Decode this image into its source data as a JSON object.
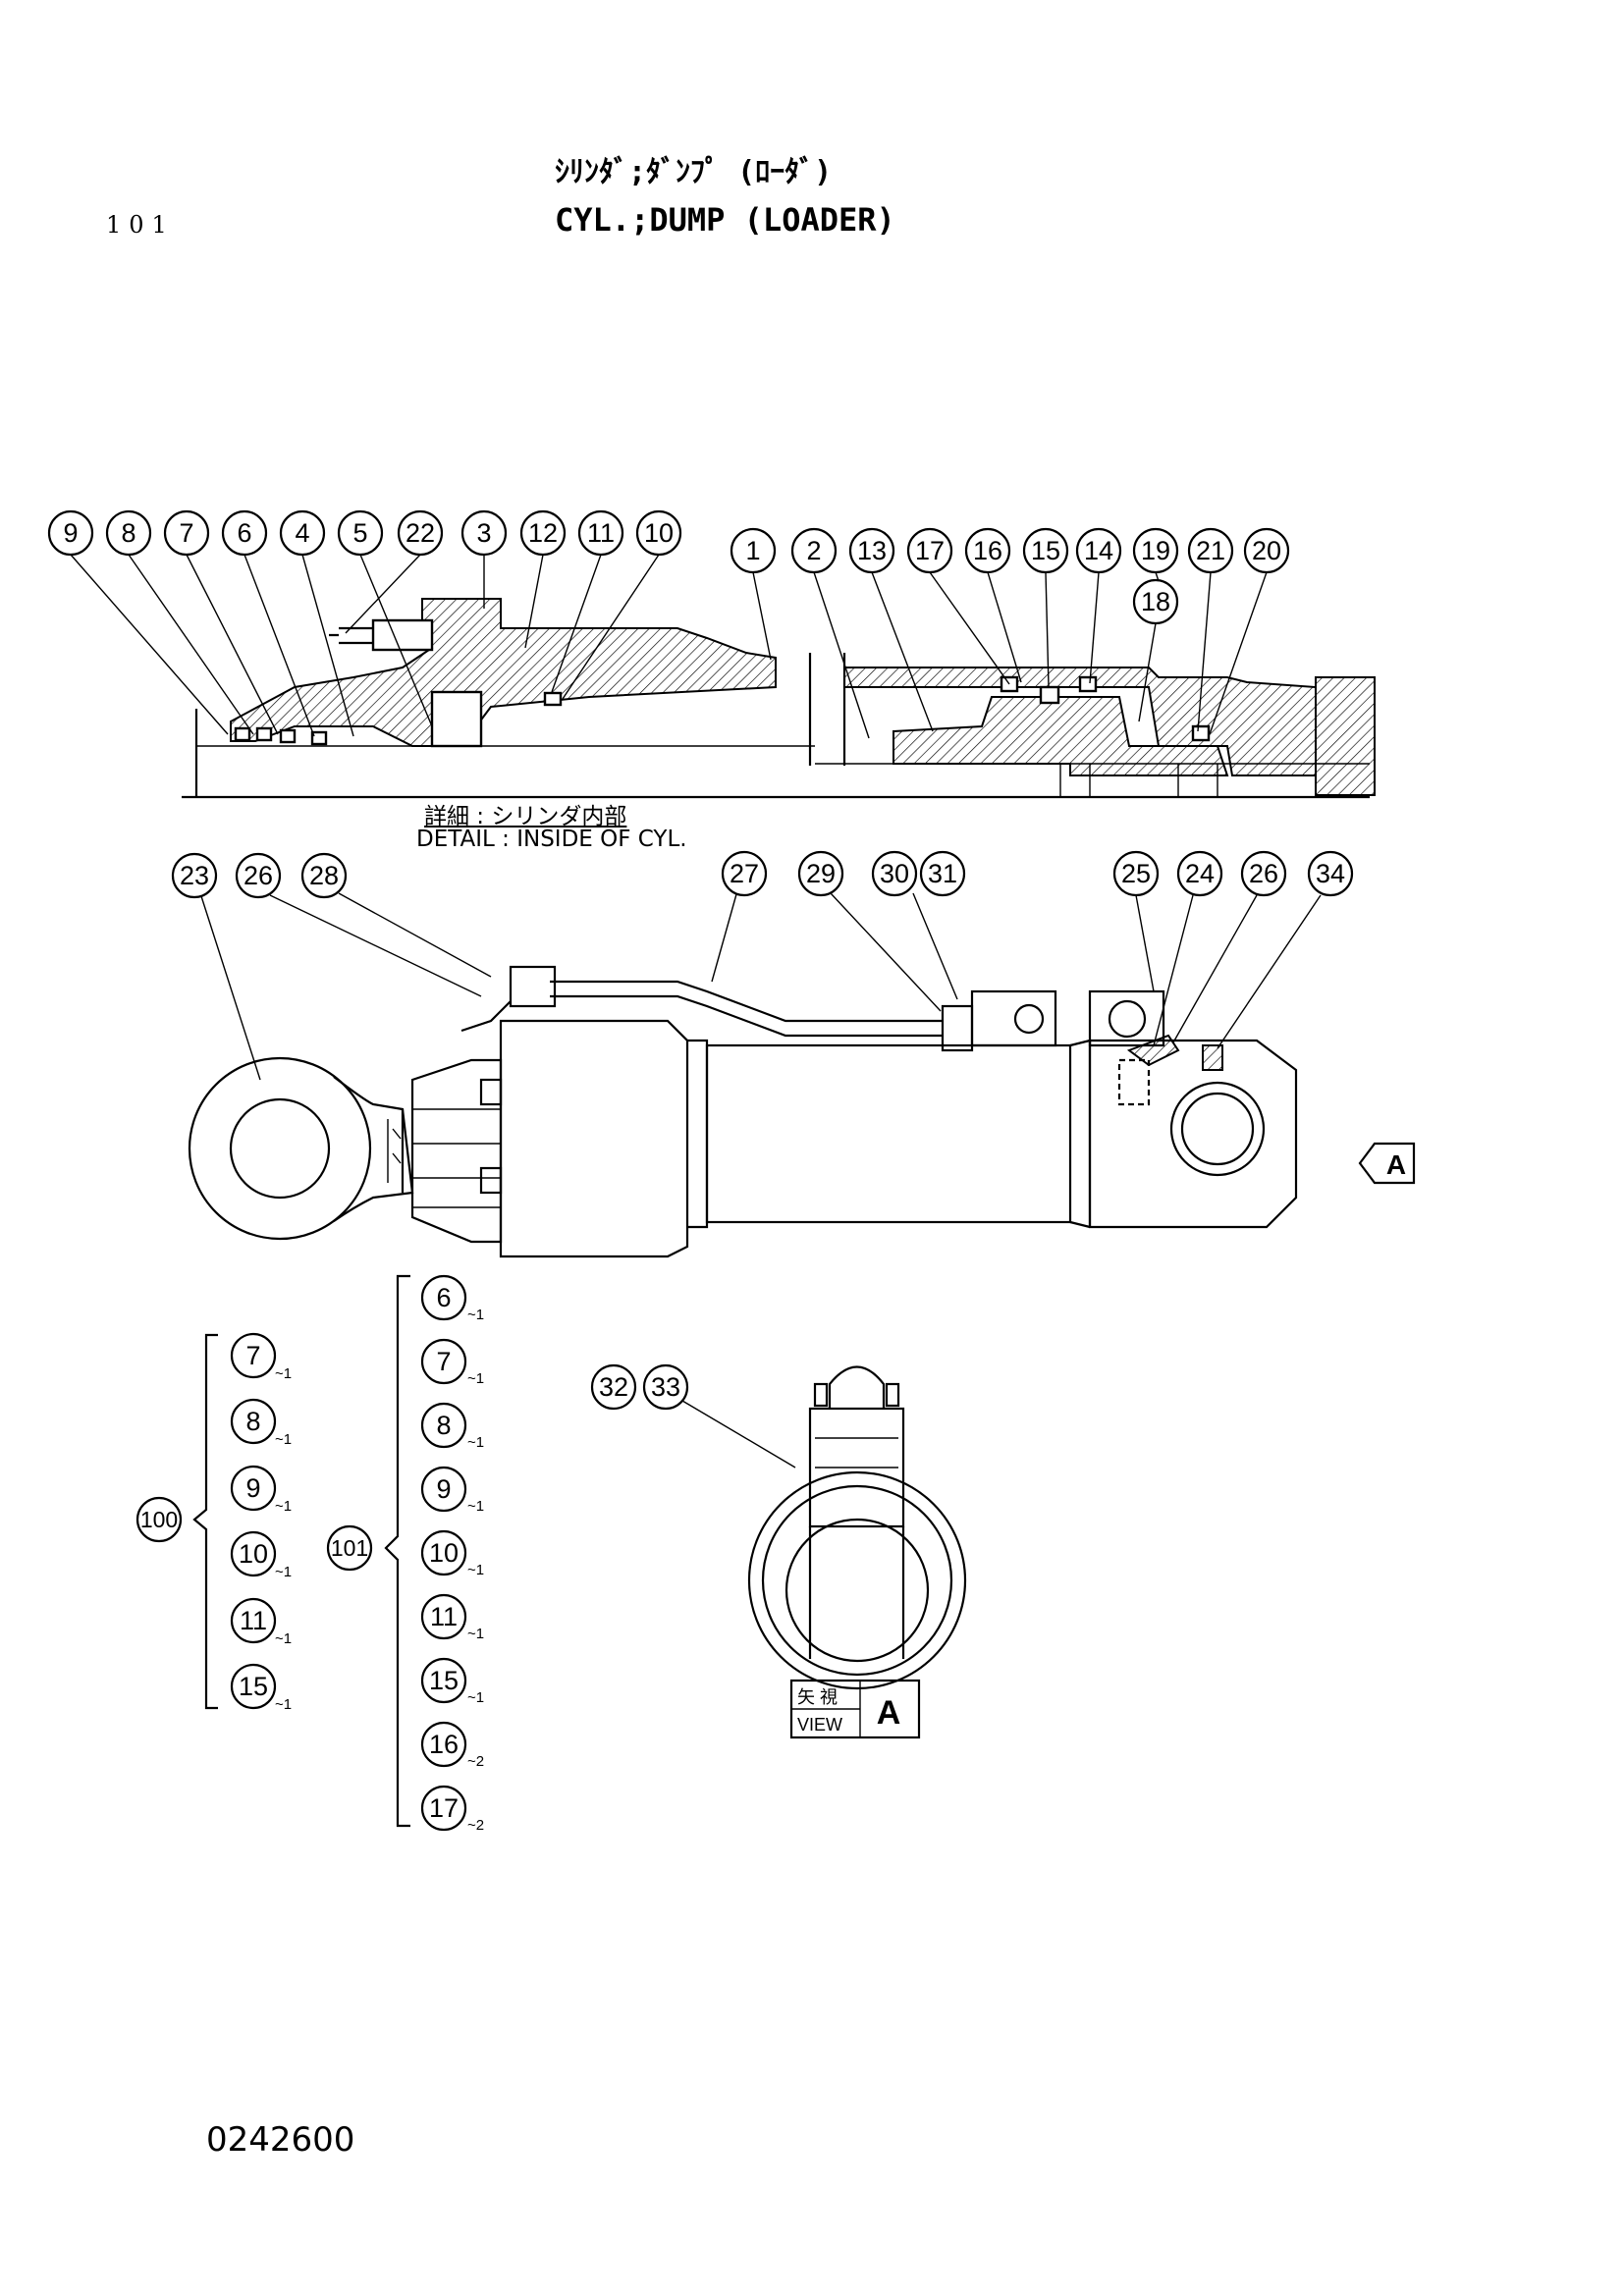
{
  "page_number": "101",
  "title_ja": "ｼﾘﾝﾀﾞ;ﾀﾞﾝﾌﾟ (ﾛｰﾀﾞ)",
  "title_en": "CYL.;DUMP (LOADER)",
  "detail_label_ja": "詳細 : シリンダ内部",
  "detail_label_en": "DETAIL : INSIDE OF CYL.",
  "view_ja": "矢 視",
  "view_en": "VIEW",
  "view_letter": "A",
  "arrow_letter": "A",
  "drawing_number": "0242600",
  "callouts_detail": [
    "9",
    "8",
    "7",
    "6",
    "4",
    "5",
    "22",
    "3",
    "12",
    "11",
    "10",
    "1",
    "2",
    "13",
    "17",
    "16",
    "15",
    "14",
    "19",
    "18",
    "21",
    "20"
  ],
  "callouts_assembly": [
    "23",
    "26",
    "28",
    "27",
    "29",
    "30",
    "31",
    "25",
    "24",
    "26",
    "34"
  ],
  "callouts_view": [
    "32",
    "33"
  ],
  "kit_100": {
    "label": "100",
    "items": [
      {
        "part": "7",
        "qty": "~1"
      },
      {
        "part": "8",
        "qty": "~1"
      },
      {
        "part": "9",
        "qty": "~1"
      },
      {
        "part": "10",
        "qty": "~1"
      },
      {
        "part": "11",
        "qty": "~1"
      },
      {
        "part": "15",
        "qty": "~1"
      }
    ]
  },
  "kit_101": {
    "label": "101",
    "items": [
      {
        "part": "6",
        "qty": "~1"
      },
      {
        "part": "7",
        "qty": "~1"
      },
      {
        "part": "8",
        "qty": "~1"
      },
      {
        "part": "9",
        "qty": "~1"
      },
      {
        "part": "10",
        "qty": "~1"
      },
      {
        "part": "11",
        "qty": "~1"
      },
      {
        "part": "15",
        "qty": "~1"
      },
      {
        "part": "16",
        "qty": "~2"
      },
      {
        "part": "17",
        "qty": "~2"
      }
    ]
  }
}
